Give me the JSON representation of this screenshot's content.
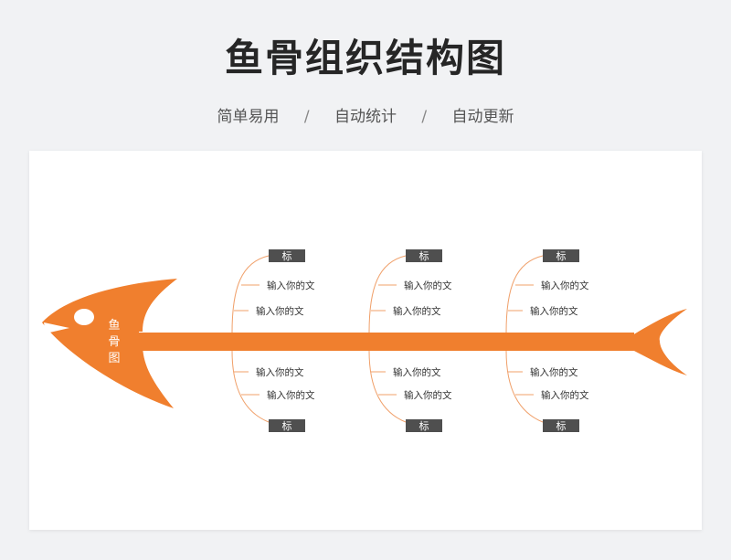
{
  "header": {
    "title": "鱼骨组织结构图",
    "subtitle": [
      "简单易用",
      "自动统计",
      "自动更新"
    ],
    "separator": "/"
  },
  "colors": {
    "fish": "#f07f2e",
    "branch": "#f0a06a",
    "tag_bg": "#4f4f4f"
  },
  "fish": {
    "head_label": [
      "鱼",
      "骨",
      "图"
    ]
  },
  "groups": [
    {
      "top_tag": "标",
      "top_items": [
        "输入你的文",
        "输入你的文"
      ],
      "bottom_items": [
        "输入你的文",
        "输入你的文"
      ],
      "bottom_tag": "标"
    },
    {
      "top_tag": "标",
      "top_items": [
        "输入你的文",
        "输入你的文"
      ],
      "bottom_items": [
        "输入你的文",
        "输入你的文"
      ],
      "bottom_tag": "标"
    },
    {
      "top_tag": "标",
      "top_items": [
        "输入你的文",
        "输入你的文"
      ],
      "bottom_items": [
        "输入你的文",
        "输入你的文"
      ],
      "bottom_tag": "标"
    }
  ]
}
